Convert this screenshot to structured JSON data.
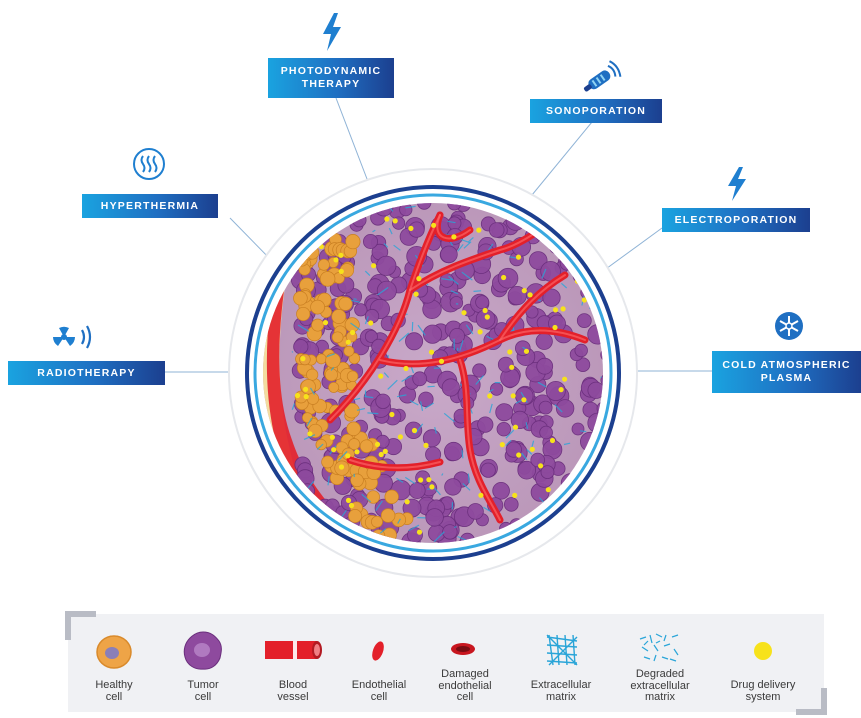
{
  "therapies": [
    {
      "id": "photodynamic",
      "label": "PHOTODYNAMIC\nTHERAPY",
      "icon": "lightning-icon"
    },
    {
      "id": "sonoporation",
      "label": "SONOPORATION",
      "icon": "ultrasound-probe-icon"
    },
    {
      "id": "hyperthermia",
      "label": "HYPERTHERMIA",
      "icon": "heat-waves-icon"
    },
    {
      "id": "electroporation",
      "label": "ELECTROPORATION",
      "icon": "lightning-icon"
    },
    {
      "id": "radiotherapy",
      "label": "RADIOTHERAPY",
      "icon": "radiation-icon"
    },
    {
      "id": "cold-plasma",
      "label": "COLD ATMOSPHERIC\nPLASMA",
      "icon": "plasma-icon"
    }
  ],
  "legend": [
    {
      "label": "Healthy\ncell",
      "icon": "healthy-cell-icon"
    },
    {
      "label": "Tumor\ncell",
      "icon": "tumor-cell-icon"
    },
    {
      "label": "Blood\nvessel",
      "icon": "blood-vessel-icon"
    },
    {
      "label": "Endothelial\ncell",
      "icon": "endothelial-cell-icon"
    },
    {
      "label": "Damaged\nendothelial\ncell",
      "icon": "damaged-endothelial-cell-icon"
    },
    {
      "label": "Extracellular\nmatrix",
      "icon": "extracellular-matrix-icon"
    },
    {
      "label": "Degraded\nextracellular\nmatrix",
      "icon": "degraded-matrix-icon"
    },
    {
      "label": "Drug delivery\nsystem",
      "icon": "drug-delivery-icon"
    }
  ],
  "colors": {
    "label_gradient": [
      "#1aa3e0",
      "#1c3f8f"
    ],
    "ring_outer": "#1c3f8f",
    "ring_inner": "#39a8e0",
    "tumor_cell": "#8e4a9e",
    "healthy_cell": "#e8a03c",
    "blood_vessel": "#e3202a",
    "matrix": "#2aa5d8",
    "drug": "#f7e21b"
  }
}
